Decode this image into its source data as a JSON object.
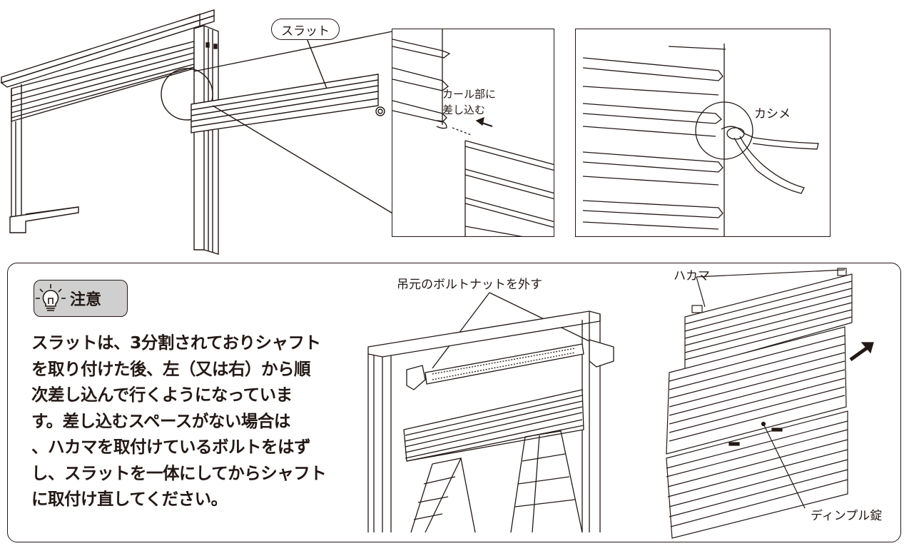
{
  "labels": {
    "slat": "スラット",
    "curl_insert": [
      "カール部に",
      "差し込む"
    ],
    "crimp": "カシメ",
    "remove_bolts": "吊元のボルトナットを外す",
    "hakama": "ハカマ",
    "dimple_lock": "ディンプル錠"
  },
  "caution": {
    "title": "注意",
    "icon": "lightbulb-icon"
  },
  "body_lines": [
    "スラットは、3分割されておりシャフト",
    "を取り付けた後、左（又は右）から順",
    "次差し込んで行くようになっていま",
    "す。差し込むスペースがない場合は",
    "、ハカマを取付けているボルトをはず",
    "し、スラットを一体にしてからシャフト",
    "に取付け直してください。"
  ]
}
